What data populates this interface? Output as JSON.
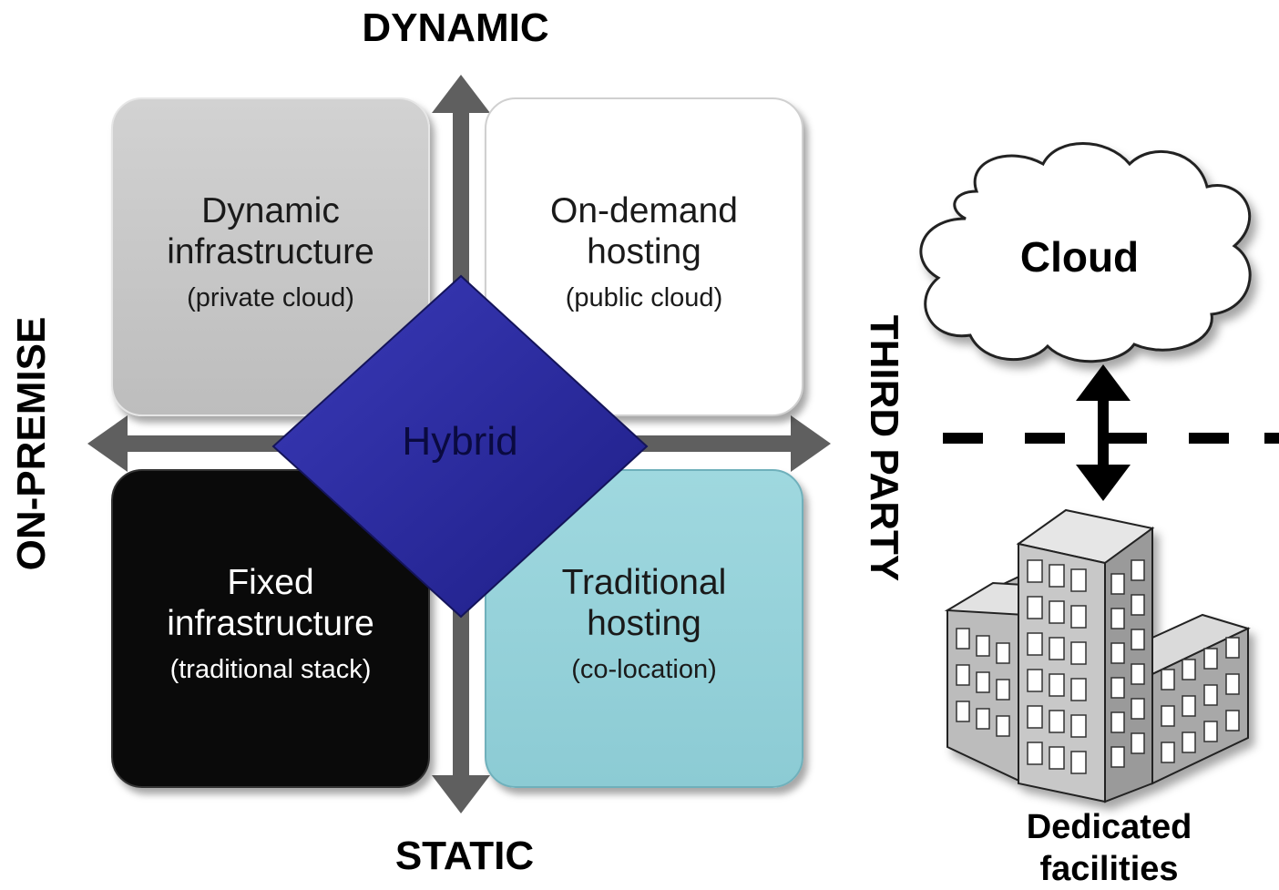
{
  "axes": {
    "top": "DYNAMIC",
    "bottom": "STATIC",
    "left": "ON-PREMISE",
    "right": "THIRD PARTY"
  },
  "quadrants": {
    "top_left": {
      "title_line1": "Dynamic",
      "title_line2": "infrastructure",
      "subtitle": "(private cloud)"
    },
    "top_right": {
      "title_line1": "On-demand",
      "title_line2": "hosting",
      "subtitle": "(public cloud)"
    },
    "bottom_left": {
      "title_line1": "Fixed",
      "title_line2": "infrastructure",
      "subtitle": "(traditional stack)"
    },
    "bottom_right": {
      "title_line1": "Traditional",
      "title_line2": "hosting",
      "subtitle": "(co-location)"
    }
  },
  "center": {
    "label": "Hybrid"
  },
  "side": {
    "cloud_label": "Cloud",
    "facilities_line1": "Dedicated",
    "facilities_line2": "facilities"
  },
  "colors": {
    "arrow": "#5f5f5f",
    "hybrid": "#2a2a9c",
    "private_cloud": "#c8c8c8",
    "public_cloud": "#ffffff",
    "traditional_stack": "#0a0a0a",
    "co_location": "#94d0d8"
  }
}
